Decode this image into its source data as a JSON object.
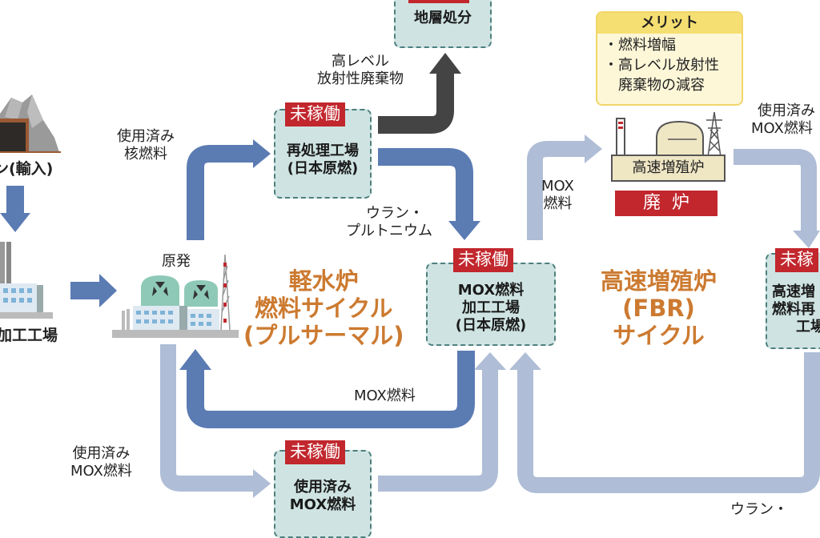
{
  "colors": {
    "arrow_dark_blue": "#5b7bb3",
    "arrow_light_blue": "#afbdd6",
    "arrow_gray": "#444444",
    "status_red": "#c1272d",
    "cycle_orange": "#cc7a30",
    "facility_fill": "#cfe4e2",
    "merit_yellow": "#f6df72"
  },
  "mine": {
    "label": "ン(輸入)",
    "icon": "uranium-mine-icon"
  },
  "conversion_plant": {
    "label": "加工工場",
    "icon": "factory-icon"
  },
  "reactor": {
    "label": "原発",
    "icon": "nuclear-power-plant-icon"
  },
  "status_badge": "未稼働",
  "facilities": {
    "disposal": {
      "label": "地層処分"
    },
    "reprocessing": {
      "line1": "再処理工場",
      "line2": "(日本原燃)",
      "status": "未稼働"
    },
    "mox_fabrication": {
      "line1": "MOX燃料",
      "line2": "加工工場",
      "line3": "(日本原燃)",
      "status": "未稼働"
    },
    "spent_mox_reprocessing": {
      "line1": "使用済み",
      "line2": "MOX燃料",
      "status": "未稼働"
    },
    "fbr_reprocessing": {
      "line1": "高速増",
      "line2": "燃料再",
      "line3": "工場",
      "status": "未稼"
    }
  },
  "flow_labels": {
    "spent_fuel": [
      "使用済み",
      "核燃料"
    ],
    "hlw": [
      "高レベル",
      "放射性廃棄物"
    ],
    "u_pu": [
      "ウラン・",
      "プルトニウム"
    ],
    "mox_fuel_upper": [
      "MOX",
      "燃料"
    ],
    "mox_fuel_lower": "MOX燃料",
    "spent_mox_left": [
      "使用済み",
      "MOX燃料"
    ],
    "spent_mox_right": [
      "使用済み",
      "MOX燃料"
    ],
    "u_bottom": "ウラン・"
  },
  "cycles": {
    "lwr": [
      "軽水炉",
      "燃料サイクル",
      "(プルサーマル)"
    ],
    "fbr": [
      "高速増殖炉",
      "(FBR)",
      "サイクル"
    ]
  },
  "merit": {
    "title": "メリット",
    "items": [
      "・燃料増幅",
      "・高レベル放射性",
      "　廃棄物の減容"
    ]
  },
  "fbr_plant": {
    "name": "高速増殖炉",
    "status": "廃炉"
  }
}
